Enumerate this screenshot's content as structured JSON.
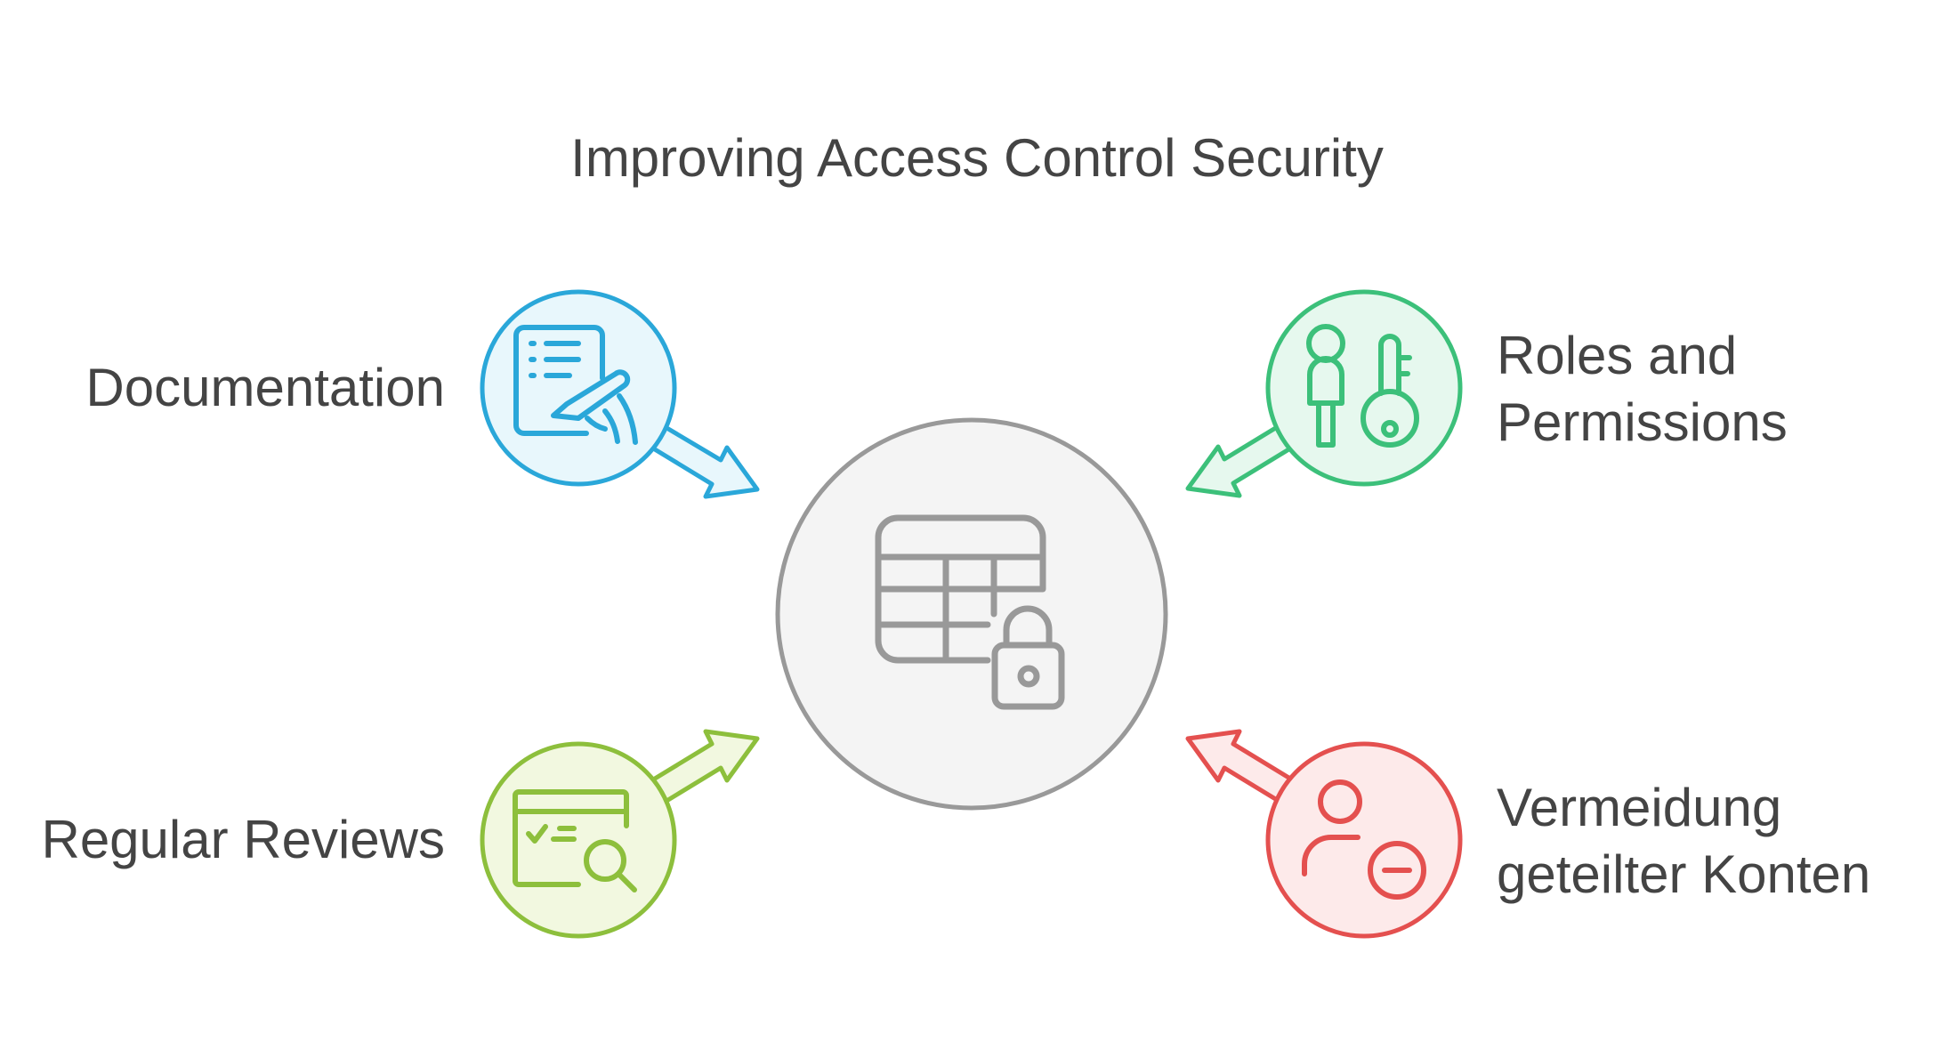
{
  "title": "Improving Access Control Security",
  "center": {
    "icon": "table-lock-icon",
    "color": "#999999",
    "fill": "#f4f4f4"
  },
  "nodes": [
    {
      "id": "documentation",
      "label_lines": [
        "Documentation"
      ],
      "icon": "document-signing-icon",
      "stroke": "#2aa7d9",
      "fill": "#e8f7fc"
    },
    {
      "id": "roles",
      "label_lines": [
        "Roles and",
        "Permissions"
      ],
      "icon": "person-key-icon",
      "stroke": "#3cc07a",
      "fill": "#e6f8ee"
    },
    {
      "id": "reviews",
      "label_lines": [
        "Regular Reviews"
      ],
      "icon": "review-search-icon",
      "stroke": "#8dbf3c",
      "fill": "#f2f8e0"
    },
    {
      "id": "shared",
      "label_lines": [
        "Vermeidung",
        "geteilter Konten"
      ],
      "icon": "user-remove-icon",
      "stroke": "#e4504f",
      "fill": "#fdeaea"
    }
  ]
}
